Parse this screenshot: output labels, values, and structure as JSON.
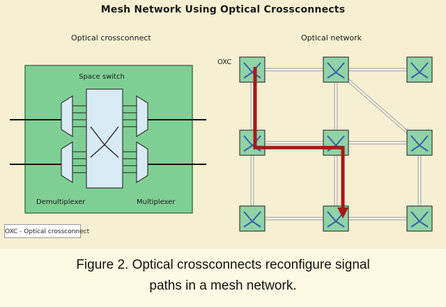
{
  "title": "Mesh Network Using Optical Crossconnects",
  "left_panel": {
    "heading": "Optical crossconnect",
    "switch_label": "Space switch",
    "demux_label": "Demultiplexer",
    "mux_label": "Multiplexer"
  },
  "right_panel": {
    "heading": "Optical network",
    "node_label": "OXC"
  },
  "legend": "OXC - Optical crossconnect",
  "caption": {
    "line1": "Figure 2. Optical crossconnects reconfigure signal",
    "line2": "paths in a mesh network."
  },
  "colors": {
    "node_fill": "#8fd3a6",
    "switch_bg": "#7fcf95",
    "path": "#a81818",
    "x_mark": "#3a5fa6"
  }
}
